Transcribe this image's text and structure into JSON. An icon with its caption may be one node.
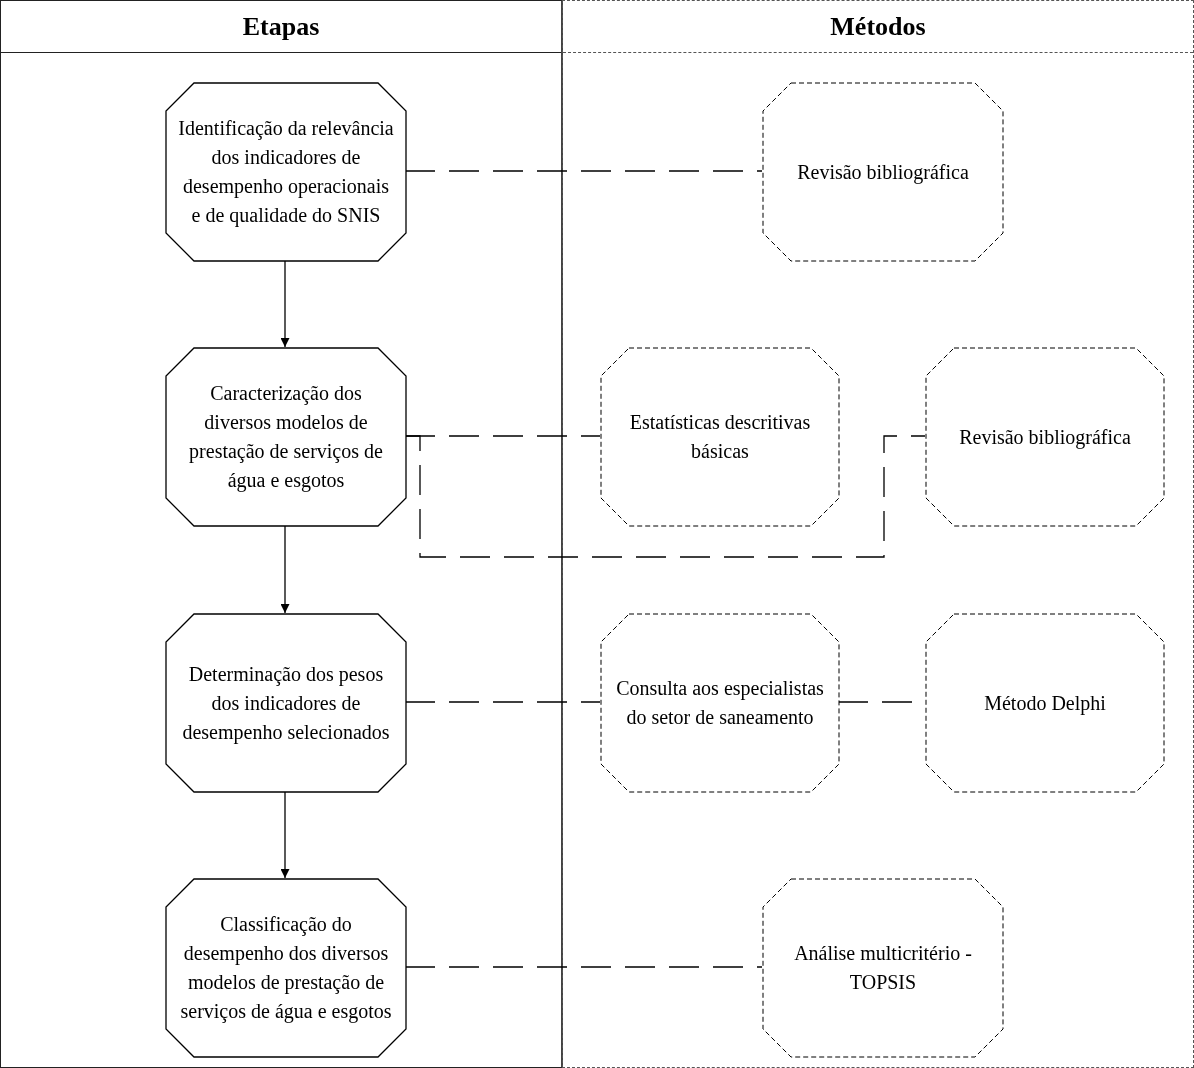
{
  "diagram": {
    "nodes": [
      {
        "text": [
          "Etapas"
        ]
      },
      {
        "text": [
          "Identificação da relevância dos indicadores de desempenho operacionais e de qualidade do SNIS"
        ],
        "in": 0
      },
      {
        "text": [
          "Caracterização dos diversos modelos de prestação de serviços de água e esgotos"
        ],
        "in": 0
      },
      {
        "text": [
          "Determinação dos pesos dos indicadores de desempenho selecionados"
        ],
        "in": 0
      },
      {
        "text": [
          "Classificação do desempenho dos diversos modelos de prestação de serviços de água e esgotos"
        ],
        "in": 0
      },
      {
        "text": [
          "Métodos"
        ]
      },
      {
        "text": [
          "Revisão bibliográfica"
        ],
        "in": 5
      },
      {
        "text": [
          "Estatísticas descritivas básicas"
        ],
        "in": 5
      },
      {
        "text": [
          "Revisão bibliográfica"
        ],
        "in": 5
      },
      {
        "text": [
          "Consulta aos especialistas do setor de saneamento"
        ],
        "in": 5
      },
      {
        "text": [
          "Método Delphi"
        ],
        "in": 5
      },
      {
        "text": [
          "Análise multicritério - TOPSIS"
        ],
        "in": 5
      }
    ],
    "edges": [
      {
        "from": 1,
        "to": 2,
        "arrow": "to"
      },
      {
        "from": 2,
        "to": 3,
        "arrow": "to"
      },
      {
        "from": 3,
        "to": 4,
        "arrow": "to"
      },
      {
        "from": 1,
        "to": 6,
        "arrow": "none",
        "style": "dashed"
      },
      {
        "from": 2,
        "to": 7,
        "arrow": "none",
        "style": "dashed"
      },
      {
        "from": 2,
        "to": 8,
        "arrow": "none",
        "style": "dashed"
      },
      {
        "from": 3,
        "to": 9,
        "arrow": "none",
        "style": "dashed"
      },
      {
        "from": 9,
        "to": 10,
        "arrow": "none",
        "style": "dashed"
      },
      {
        "from": 4,
        "to": 11,
        "arrow": "none",
        "style": "dashed"
      }
    ]
  }
}
